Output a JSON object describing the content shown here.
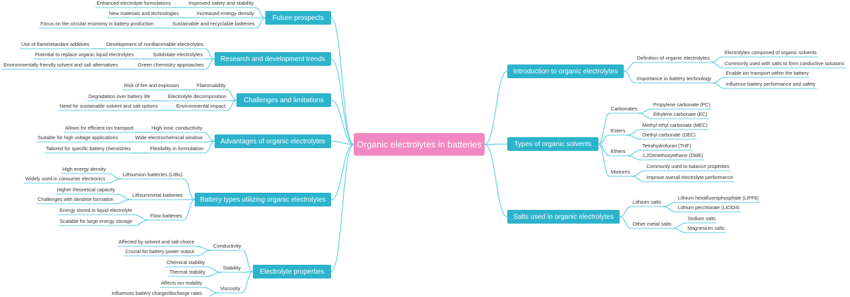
{
  "mindmap": {
    "root": "Organic electrolytes in batteries",
    "left": [
      {
        "label": "Future prospects",
        "children": [
          {
            "label": "Improved safety and stability",
            "children": [
              "Enhanced electrolyte formulations"
            ]
          },
          {
            "label": "Increased energy density",
            "children": [
              "New materials and technologies"
            ]
          },
          {
            "label": "Sustainable and recyclable batteries",
            "children": [
              "Focus on the circular economy in battery production"
            ]
          }
        ]
      },
      {
        "label": "Research and development trends",
        "children": [
          {
            "label": "Development of nonflammable electrolytes",
            "children": [
              "Use of flameretardant additives"
            ]
          },
          {
            "label": "Solidstate electrolytes",
            "children": [
              "Potential to replace organic liquid electrolytes"
            ]
          },
          {
            "label": "Green chemistry approaches",
            "children": [
              "Environmentally friendly solvent and salt alternatives"
            ]
          }
        ]
      },
      {
        "label": "Challenges and limitations",
        "children": [
          {
            "label": "Flammability",
            "children": [
              "Risk of fire and explosion"
            ]
          },
          {
            "label": "Electrolyte decomposition",
            "children": [
              "Degradation over battery life"
            ]
          },
          {
            "label": "Environmental impact",
            "children": [
              "Need for sustainable solvent and salt options"
            ]
          }
        ]
      },
      {
        "label": "Advantages of organic electrolytes",
        "children": [
          {
            "label": "High ionic conductivity",
            "children": [
              "Allows for efficient ion transport"
            ]
          },
          {
            "label": "Wide electrochemical window",
            "children": [
              "Suitable for high voltage applications"
            ]
          },
          {
            "label": "Flexibility in formulation",
            "children": [
              "Tailored for specific battery chemistries"
            ]
          }
        ]
      },
      {
        "label": "Battery types utilizing organic electrolytes",
        "children": [
          {
            "label": "Lithiumion batteries (LIBs)",
            "children": [
              "High energy density",
              "Widely used in consumer electronics"
            ]
          },
          {
            "label": "Lithiummetal batteries",
            "children": [
              "Higher theoretical capacity",
              "Challenges with dendrite formation"
            ]
          },
          {
            "label": "Flow batteries",
            "children": [
              "Energy stored in liquid electrolyte",
              "Scalable for large energy storage"
            ]
          }
        ]
      },
      {
        "label": "Electrolyte properties",
        "children": [
          {
            "label": "Conductivity",
            "children": [
              "Affected by solvent and salt choice",
              "Crucial for battery power output"
            ]
          },
          {
            "label": "Stability",
            "children": [
              "Chemical stability",
              "Thermal stability"
            ]
          },
          {
            "label": "Viscosity",
            "children": [
              "Affects ion mobility",
              "Influences battery charge/discharge rates"
            ]
          }
        ]
      }
    ],
    "right": [
      {
        "label": "Introduction to organic electrolytes",
        "children": [
          {
            "label": "Definition of organic electrolytes",
            "children": [
              "Electrolytes composed of organic solvents",
              "Commonly used with salts to form conductive solutions"
            ]
          },
          {
            "label": "Importance in battery technology",
            "children": [
              "Enable ion transport within the battery",
              "Influence battery performance and safety"
            ]
          }
        ]
      },
      {
        "label": "Types of organic solvents",
        "children": [
          {
            "label": "Carbonates",
            "children": [
              "Propylene carbonate (PC)",
              "Ethylene carbonate (EC)"
            ]
          },
          {
            "label": "Esters",
            "children": [
              "Methyl ethyl carbonate (MEC)",
              "Diethyl carbonate (DEC)"
            ]
          },
          {
            "label": "Ethers",
            "children": [
              "Tetrahydrofuran (THF)",
              "1,2Dimethoxyethane (DME)"
            ]
          },
          {
            "label": "Mixtures",
            "children": [
              "Commonly used to balance properties",
              "Improve overall electrolyte performance"
            ]
          }
        ]
      },
      {
        "label": "Salts used in organic electrolytes",
        "children": [
          {
            "label": "Lithium salts",
            "children": [
              "Lithium hexafluorophosphate (LiPF6)",
              "Lithium perchlorate (LiClO4)"
            ]
          },
          {
            "label": "Other metal salts",
            "children": [
              "Sodium salts",
              "Magnesium salts"
            ]
          }
        ]
      }
    ]
  },
  "colors": {
    "root_fill": "#f188c4",
    "branch_fill": "#2db3cc",
    "connector": "#5ccfe0"
  }
}
